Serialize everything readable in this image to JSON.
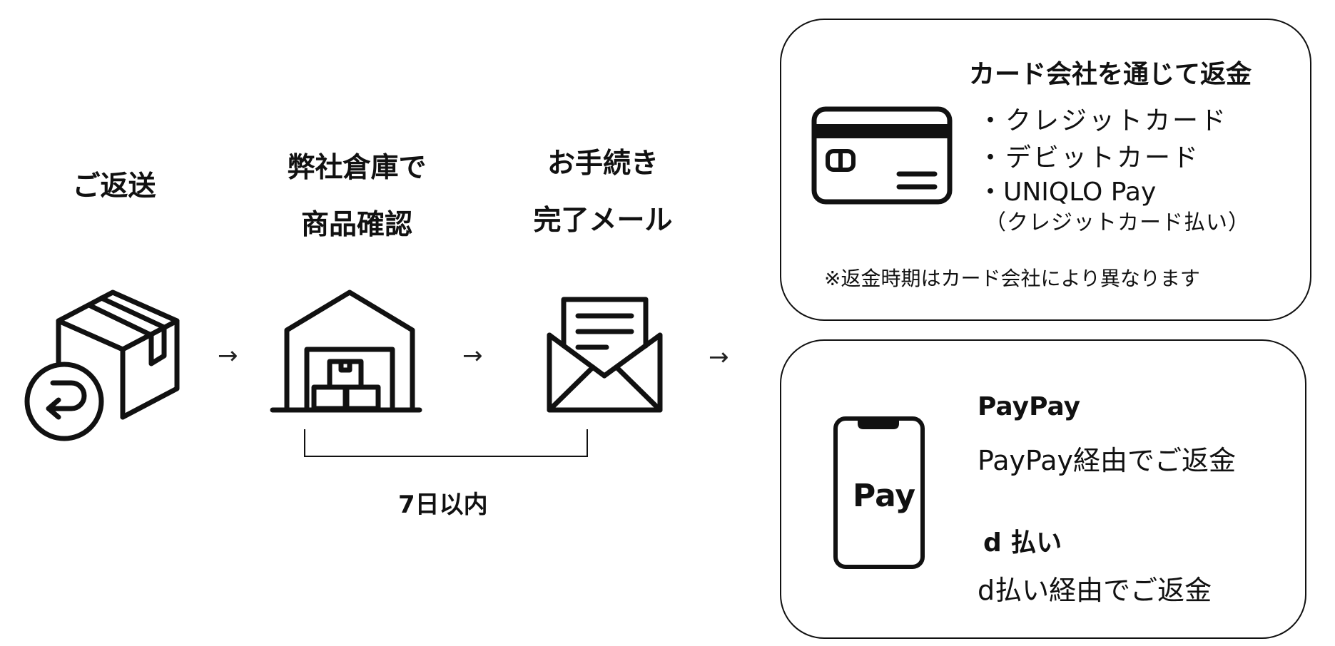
{
  "steps": [
    {
      "line1": "ご返送",
      "line2": "",
      "icon": "return-box-icon"
    },
    {
      "line1": "弊社倉庫で",
      "line2": "商品確認",
      "icon": "warehouse-icon"
    },
    {
      "line1": "お手続き",
      "line2": "完了メール",
      "icon": "open-envelope-icon"
    }
  ],
  "arrow_glyph": "→",
  "period_label": "7日以内",
  "card_panel": {
    "title": "カード会社を通じて返金",
    "items": [
      "・クレジットカード",
      "・デビットカード",
      "・UNIQLO Pay"
    ],
    "item_note": "（クレジットカード払い）",
    "footnote": "※返金時期はカード会社により異なります",
    "icon": "credit-card-icon"
  },
  "pay_panel": {
    "phone_text": "Pay",
    "icon": "smartphone-pay-icon",
    "methods": [
      {
        "name": "PayPay",
        "desc": "PayPay経由でご返金"
      },
      {
        "name": "d 払い",
        "desc": "d払い経由でご返金"
      }
    ]
  }
}
